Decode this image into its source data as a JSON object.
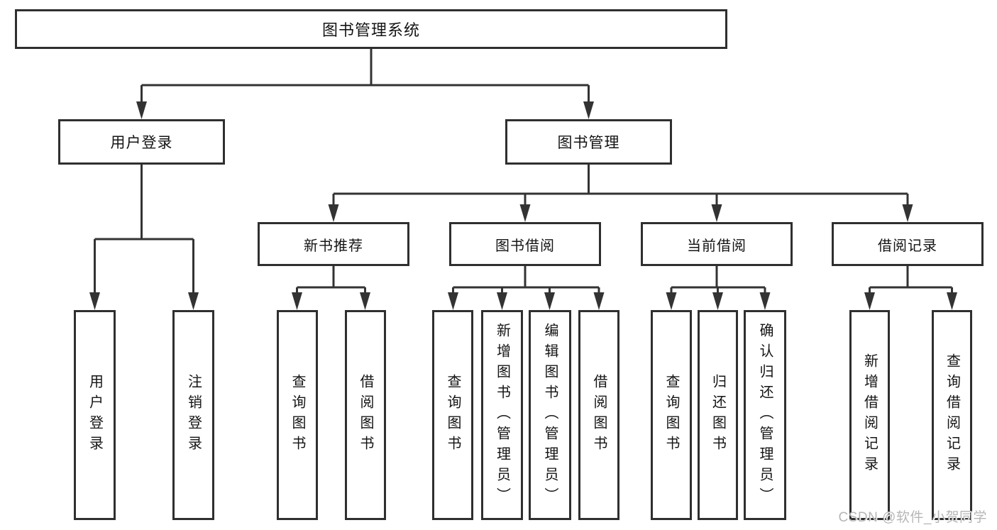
{
  "diagram": {
    "type": "hierarchy-structure-diagram",
    "root": "图书管理系统",
    "branches": [
      {
        "label": "用户登录",
        "children": [
          "用户登录",
          "注销登录"
        ]
      },
      {
        "label": "图书管理",
        "sections": [
          {
            "label": "新书推荐",
            "children": [
              "查询图书",
              "借阅图书"
            ]
          },
          {
            "label": "图书借阅",
            "children": [
              "查询图书",
              "新增图书（管理员）",
              "编辑图书（管理员）",
              "借阅图书"
            ]
          },
          {
            "label": "当前借阅",
            "children": [
              "查询图书",
              "归还图书",
              "确认归还（管理员）"
            ]
          },
          {
            "label": "借阅记录",
            "children": [
              "新增借阅记录",
              "查询借阅记录"
            ]
          }
        ]
      }
    ],
    "colors": {
      "line": "#333333",
      "box_border": "#2f2f2f",
      "text": "#141414",
      "background": "#ffffff",
      "watermark": "#b6b6b6"
    }
  },
  "watermark": {
    "text": "CSDN @软件_小贺同学"
  }
}
